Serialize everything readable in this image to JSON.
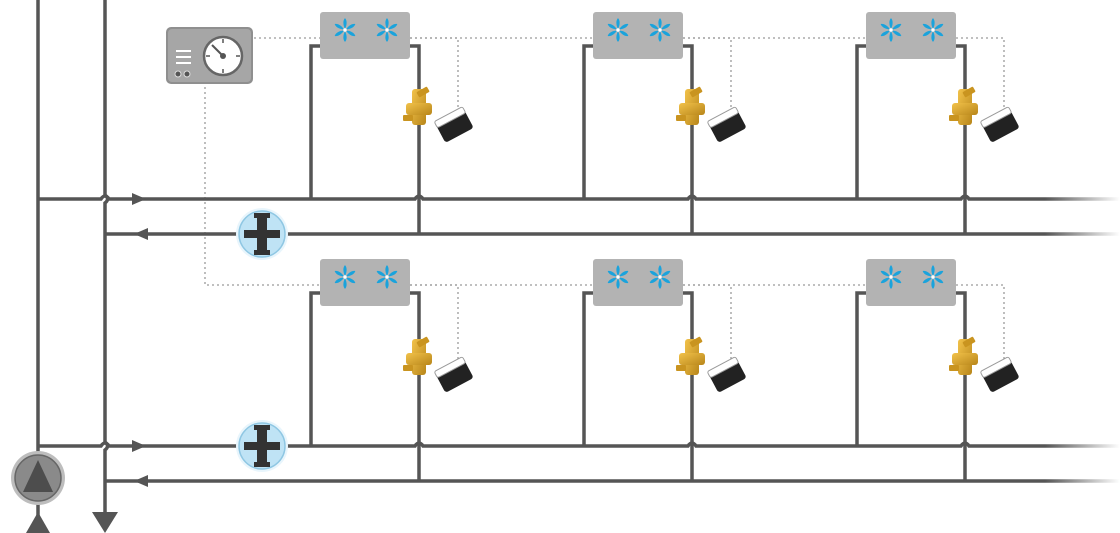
{
  "diagram": {
    "kind": "hydronic-distribution-schematic",
    "colors": {
      "pipe": "#555555",
      "signal": "#9a9a9a",
      "unit_body": "#b3b3b3",
      "fan_blade": "#1aa3dc",
      "valve_brass": "#d9a423",
      "actuator": "#222222",
      "balancing_valve_bg": "#bfe3f5",
      "pump_bg": "#8a8a8a"
    },
    "icons": {
      "pump": "pump-icon",
      "controller": "room-controller-icon",
      "fan": "fan-icon",
      "control_valve": "control-valve-icon",
      "actuator": "valve-actuator-icon",
      "balancing_valve": "balancing-valve-icon",
      "flow_arrow": "flow-arrow-icon"
    },
    "floors": 2,
    "units_per_floor": 3,
    "fans_per_unit": 2
  }
}
